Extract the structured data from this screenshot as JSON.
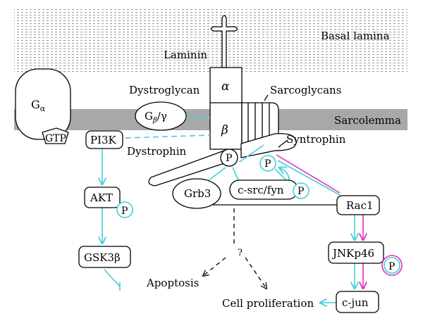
{
  "labels": {
    "basal_lamina": "Basal lamina",
    "laminin": "Laminin",
    "dystroglycan": "Dystroglycan",
    "alpha": "α",
    "beta": "β",
    "sarcoglycans": "Sarcoglycans",
    "sarcolemma": "Sarcolemma",
    "syntrophin": "Syntrophin",
    "dystrophin": "Dystrophin",
    "g_alpha_main": "G",
    "g_alpha_sub": "α",
    "gtp": "GTP",
    "g_beta_gamma_main": "G",
    "g_beta_gamma_sub": "β",
    "g_beta_gamma_rest": "/γ",
    "pi3k": "PI3K",
    "akt": "AKT",
    "gsk3b": "GSK3β",
    "apoptosis": "Apoptosis",
    "grb3": "Grb3",
    "c_src_fyn": "c-src/fyn",
    "rac1": "Rac1",
    "jnkp46": "JNKp46",
    "c_jun": "c-jun",
    "cell_proliferation": "Cell proliferation",
    "question": "?",
    "phospho": "P"
  },
  "colors": {
    "cyan": "#3fd0da",
    "magenta": "#e030c0",
    "membrane": "#a8a8a8",
    "basal_hatch": "#9a9a9a"
  }
}
